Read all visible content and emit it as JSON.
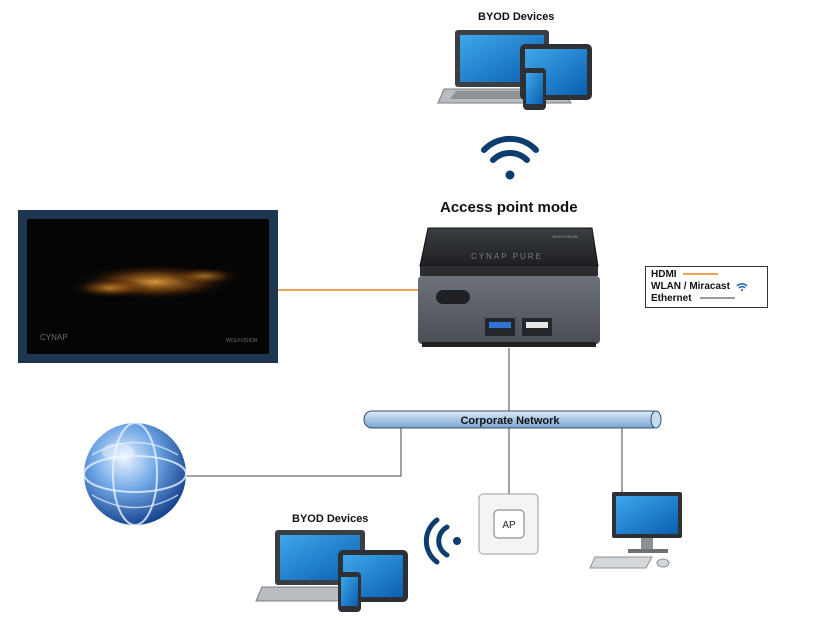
{
  "diagram": {
    "top_devices_label": "BYOD Devices",
    "mode_title": "Access point mode",
    "bottom_devices_label": "BYOD Devices",
    "network_label": "Corporate Network",
    "ap_label": "AP",
    "device_top_text": "CYNAP PURE",
    "device_brand": "WOLFVISION",
    "display_logo": "CYNAP",
    "display_brand": "WOLFVISION"
  },
  "legend": {
    "items": [
      {
        "label": "HDMI",
        "color": "#f0a25a",
        "style": "line"
      },
      {
        "label": "WLAN / Miracast",
        "color": "#1a5fb4",
        "style": "wifi-icon"
      },
      {
        "label": "Ethernet",
        "color": "#333333",
        "style": "line"
      }
    ]
  },
  "colors": {
    "hdmi": "#f0a25a",
    "wifi": "#0d3d6e",
    "network_pipe": "#a8c6e6",
    "screen_frame": "#1f3650"
  }
}
